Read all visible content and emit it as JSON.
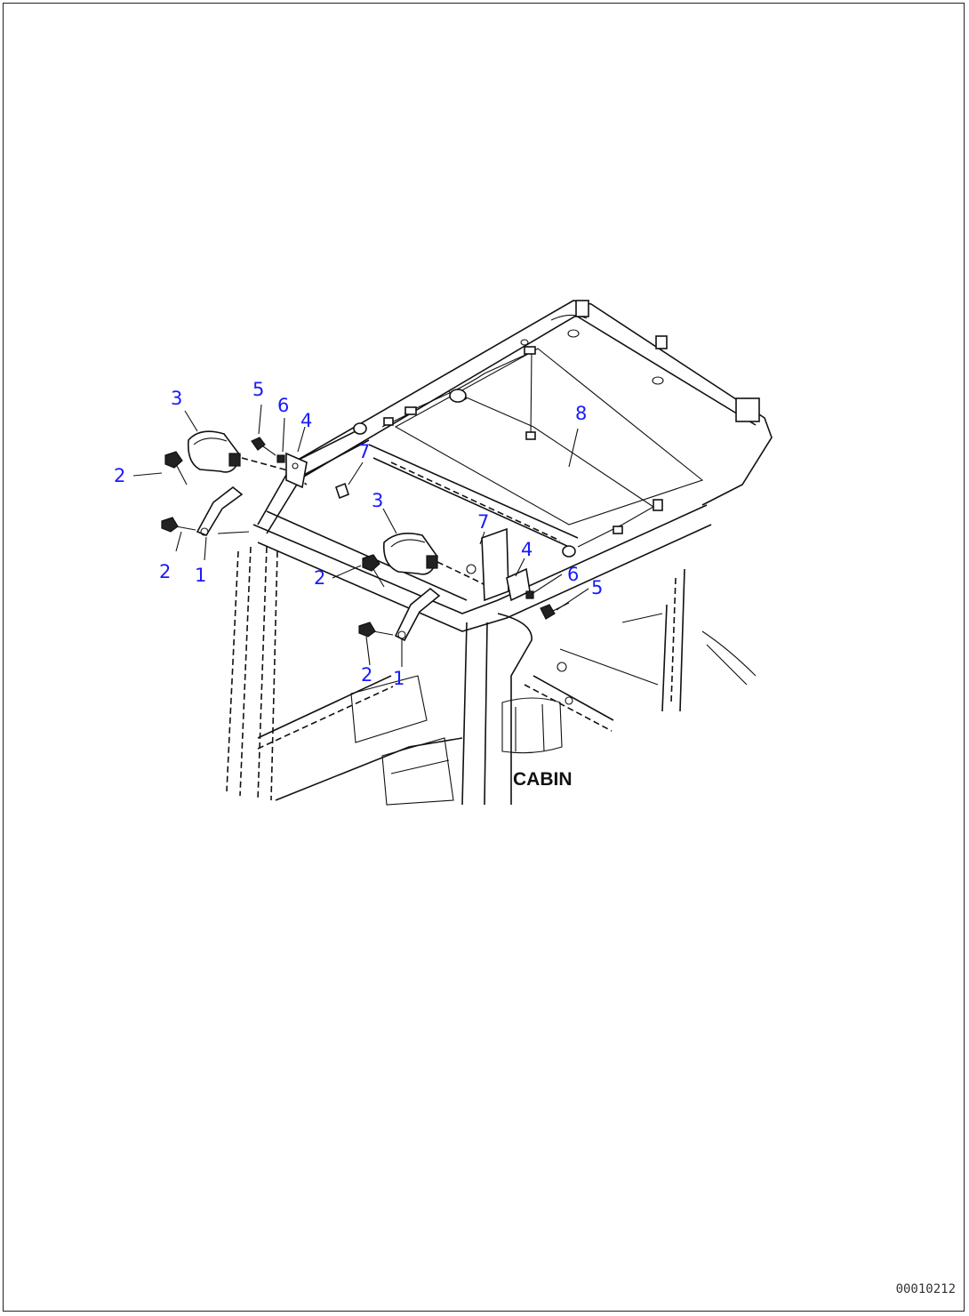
{
  "callouts": {
    "c1a": "1",
    "c1b": "1",
    "c2a": "2",
    "c2b": "2",
    "c2c": "2",
    "c2d": "2",
    "c3a": "3",
    "c3b": "3",
    "c4a": "4",
    "c4b": "4",
    "c5a": "5",
    "c5b": "5",
    "c6a": "6",
    "c6b": "6",
    "c7a": "7",
    "c7b": "7",
    "c8": "8"
  },
  "labels": {
    "cabin": "CABIN",
    "drawing_code": "00010212"
  },
  "colors": {
    "callout": "#1a1aff",
    "line": "#111111"
  }
}
